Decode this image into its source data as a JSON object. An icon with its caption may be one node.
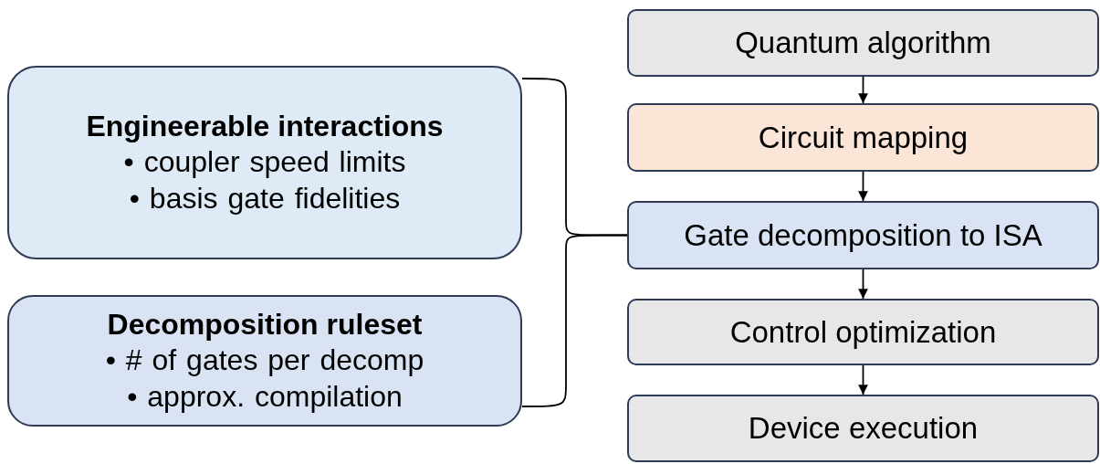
{
  "diagram": {
    "nodes": [
      {
        "text": [
          "Engineerable interactions",
          "• coupler speed limits",
          "• basis gate fidelities"
        ]
      },
      {
        "text": [
          "Decomposition ruleset",
          "• # of gates per decomp",
          "• approx. compilation"
        ]
      },
      {
        "text": [
          "Quantum algorithm"
        ]
      },
      {
        "text": [
          "Circuit mapping"
        ]
      },
      {
        "text": [
          "Gate decomposition to ISA"
        ]
      },
      {
        "text": [
          "Control optimization"
        ]
      },
      {
        "text": [
          "Device execution"
        ]
      }
    ],
    "edges": [
      {
        "from": 0,
        "to": 4,
        "arrow": "none"
      },
      {
        "from": 1,
        "to": 4,
        "arrow": "none"
      },
      {
        "from": 2,
        "to": 3,
        "arrow": "to"
      },
      {
        "from": 3,
        "to": 4,
        "arrow": "to"
      },
      {
        "from": 4,
        "to": 5,
        "arrow": "to"
      },
      {
        "from": 5,
        "to": 6,
        "arrow": "to"
      }
    ]
  }
}
